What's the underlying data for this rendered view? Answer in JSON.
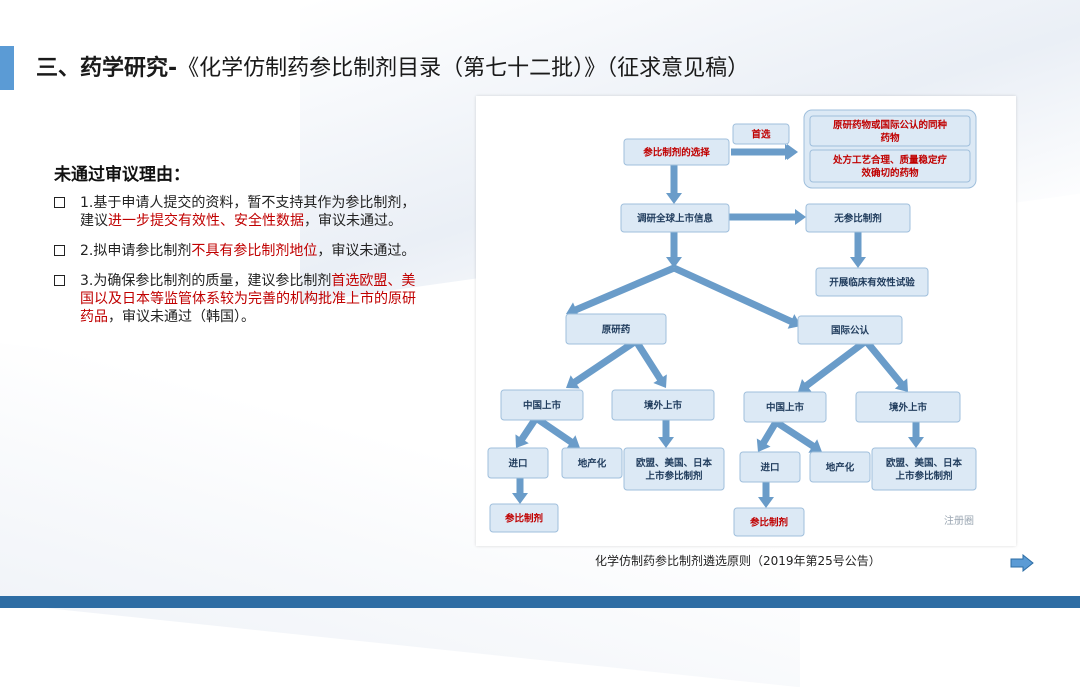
{
  "slide": {
    "title_lead": "三、药学研究-",
    "title_rest": "《化学仿制药参比制剂目录（第七十二批）》（征求意见稿）"
  },
  "reasons": {
    "heading": "未通过审议理由：",
    "items": [
      {
        "parts": [
          {
            "text": "1.基于申请人提交的资料，暂不支持其作为参比制剂，建议",
            "red": false
          },
          {
            "text": "进一步提交有效性、安全性数据",
            "red": true
          },
          {
            "text": "，审议未通过。",
            "red": false
          }
        ]
      },
      {
        "parts": [
          {
            "text": "2.拟申请参比制剂",
            "red": false
          },
          {
            "text": "不具有参比制剂地位",
            "red": true
          },
          {
            "text": "，审议未通过。",
            "red": false
          }
        ]
      },
      {
        "parts": [
          {
            "text": "3.为确保参比制剂的质量，建议参比制剂",
            "red": false
          },
          {
            "text": "首选欧盟、美国以及日本等监管体系较为完善的机构批准上市的原研药品",
            "red": true
          },
          {
            "text": "，审议未通过（韩国）。",
            "red": false
          }
        ]
      }
    ]
  },
  "flowchart": {
    "colors": {
      "node_fill": "#dce9f5",
      "node_stroke": "#9fbfdc",
      "arrow": "#6a9cc9",
      "red_text": "#c00000",
      "dark_text": "#1f3b5c"
    },
    "nodes": {
      "select": "参比制剂的选择",
      "first": "首选",
      "pref1": "原研药物或国际公认的同种药物",
      "pref2": "处方工艺合理、质量稳定疗效确切的药物",
      "survey": "调研全球上市信息",
      "none": "无参比制剂",
      "trial": "开展临床有效性试验",
      "original": "原研药",
      "intl": "国际公认",
      "cn1": "中国上市",
      "abroad1": "境外上市",
      "cn2": "中国上市",
      "abroad2": "境外上市",
      "import1": "进口",
      "local1": "地产化",
      "eu1": "欧盟、美国、日本上市参比制剂",
      "import2": "进口",
      "local2": "地产化",
      "eu2": "欧盟、美国、日本上市参比制剂",
      "ref1": "参比制剂",
      "ref2": "参比制剂"
    },
    "watermark": "注册圈"
  },
  "caption": "化学仿制药参比制剂遴选原则（2019年第25号公告）",
  "icons": {
    "next": "next-arrow-icon"
  }
}
